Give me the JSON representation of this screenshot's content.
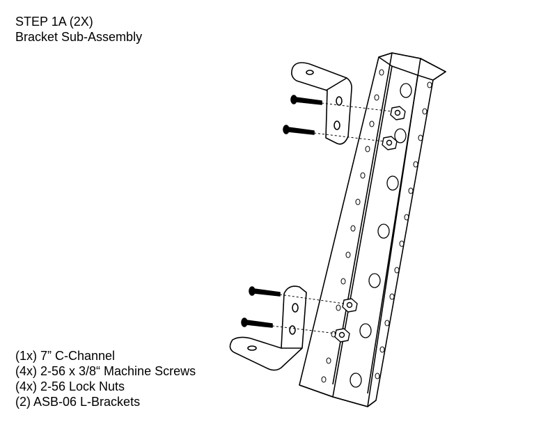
{
  "header": {
    "step": "STEP 1A (2X)",
    "subtitle": "Bracket Sub-Assembly"
  },
  "parts": [
    "(1x) 7” C-Channel",
    "(4x) 2-56 x 3/8“ Machine Screws",
    "(4x) 2-56 Lock Nuts",
    "(2) ASB-06 L-Brackets"
  ]
}
